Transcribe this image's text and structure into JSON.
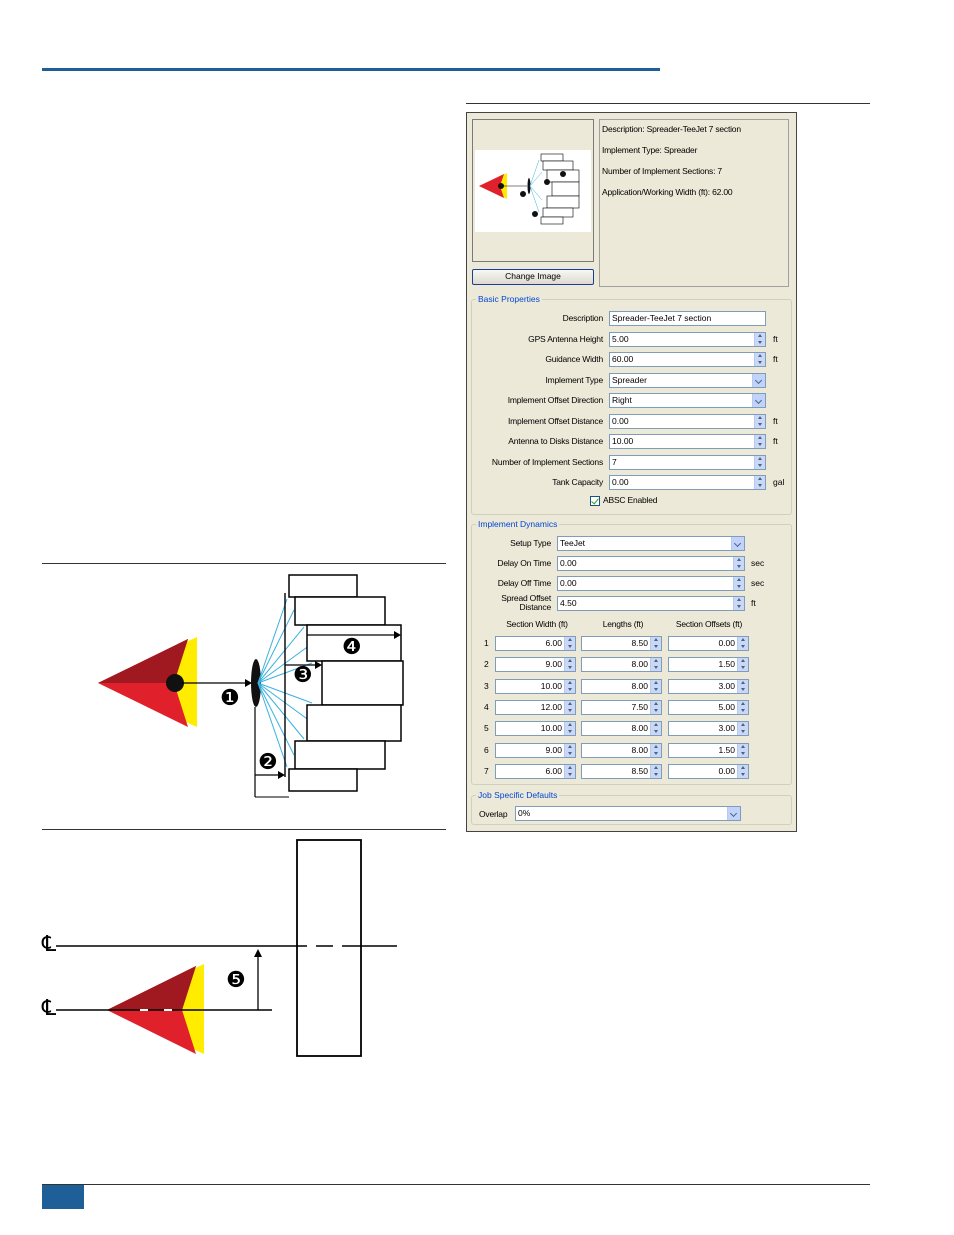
{
  "dialog": {
    "description_line": "Description: Spreader-TeeJet 7 section",
    "implement_type_line": "Implement Type: Spreader",
    "sections_line": "Number of Implement Sections: 7",
    "width_line": "Application/Working Width (ft): 62.00",
    "change_image_label": "Change Image",
    "basic": {
      "title": "Basic Properties",
      "fields": [
        {
          "label": "Description",
          "value": "Spreader-TeeJet 7 section",
          "unit": "",
          "kind": "text"
        },
        {
          "label": "GPS Antenna Height",
          "value": "5.00",
          "unit": "ft",
          "kind": "spin"
        },
        {
          "label": "Guidance Width",
          "value": "60.00",
          "unit": "ft",
          "kind": "spin"
        },
        {
          "label": "Implement Type",
          "value": "Spreader",
          "unit": "",
          "kind": "dropdown"
        },
        {
          "label": "Implement Offset Direction",
          "value": "Right",
          "unit": "",
          "kind": "dropdown"
        },
        {
          "label": "Implement Offset Distance",
          "value": "0.00",
          "unit": "ft",
          "kind": "spin"
        },
        {
          "label": "Antenna to Disks Distance",
          "value": "10.00",
          "unit": "ft",
          "kind": "spin"
        },
        {
          "label": "Number of Implement Sections",
          "value": "7",
          "unit": "",
          "kind": "spin"
        },
        {
          "label": "Tank Capacity",
          "value": "0.00",
          "unit": "gal",
          "kind": "spin"
        }
      ],
      "absc_label": "ABSC Enabled"
    },
    "dynamics": {
      "title": "Implement Dynamics",
      "setup_type_label": "Setup Type",
      "setup_type_value": "TeeJet",
      "delay_on_label": "Delay On Time",
      "delay_on_value": "0.00",
      "delay_on_unit": "sec",
      "delay_off_label": "Delay Off Time",
      "delay_off_value": "0.00",
      "delay_off_unit": "sec",
      "spread_offset_label_1": "Spread Offset",
      "spread_offset_label_2": "Distance",
      "spread_offset_value": "4.50",
      "spread_offset_unit": "ft",
      "col_width": "Section Width (ft)",
      "col_length": "Lengths (ft)",
      "col_offset": "Section Offsets (ft)",
      "rows": [
        {
          "n": "1",
          "w": "6.00",
          "l": "8.50",
          "o": "0.00"
        },
        {
          "n": "2",
          "w": "9.00",
          "l": "8.00",
          "o": "1.50"
        },
        {
          "n": "3",
          "w": "10.00",
          "l": "8.00",
          "o": "3.00"
        },
        {
          "n": "4",
          "w": "12.00",
          "l": "7.50",
          "o": "5.00"
        },
        {
          "n": "5",
          "w": "10.00",
          "l": "8.00",
          "o": "3.00"
        },
        {
          "n": "6",
          "w": "9.00",
          "l": "8.00",
          "o": "1.50"
        },
        {
          "n": "7",
          "w": "6.00",
          "l": "8.50",
          "o": "0.00"
        }
      ]
    },
    "job": {
      "title": "Job Specific Defaults",
      "overlap_label": "Overlap",
      "overlap_value": "0%"
    }
  },
  "diagram": {
    "callout_1": "❶",
    "callout_2": "❷",
    "callout_3": "❸",
    "callout_4": "❹",
    "callout_5": "❺",
    "cl_1": "℄",
    "cl_2": "℄"
  },
  "colors": {
    "header_rule": "#1f5f97",
    "footer_tab": "#1f5f97",
    "tractor_dark": "#a01820",
    "tractor_red": "#e0202a",
    "tractor_yellow": "#ffec00",
    "spray_lines": "#3bb0e0"
  }
}
